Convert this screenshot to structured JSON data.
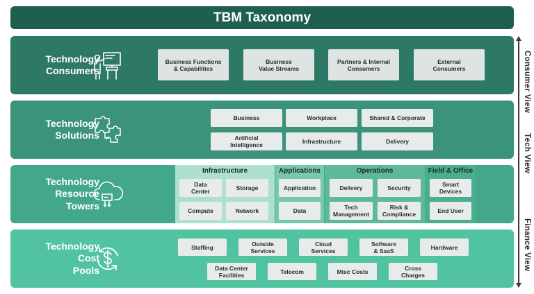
{
  "title": "TBM Taxonomy",
  "layers": {
    "consumers": {
      "label_lines": [
        "Technology",
        "Consumers"
      ],
      "icon": "presentation-icon",
      "items": [
        "Business Functions\n& Capabilities",
        "Business\nValue Streams",
        "Partners & Internal\nConsumers",
        "External\nConsumers"
      ]
    },
    "solutions": {
      "label_lines": [
        "Technology",
        "Solutions"
      ],
      "icon": "puzzle-icon",
      "items": [
        "Business",
        "Workplace",
        "Shared & Corporate",
        "Artificial\nIntelligence",
        "Infrastructure",
        "Delivery"
      ]
    },
    "towers": {
      "label_lines": [
        "Technology",
        "Resource",
        "Towers"
      ],
      "icon": "cloud-server-icon",
      "groups": [
        {
          "header": "Infrastructure",
          "items": [
            "Data\nCenter",
            "Storage",
            "Compute",
            "Network"
          ]
        },
        {
          "header": "Applications",
          "items": [
            "Application",
            "Data"
          ]
        },
        {
          "header": "Operations",
          "items": [
            "Delivery",
            "Security",
            "Tech\nManagement",
            "Risk &\nCompliance"
          ]
        },
        {
          "header": "Field & Office",
          "items": [
            "Smart\nDevices",
            "End User"
          ]
        }
      ]
    },
    "pools": {
      "label_lines": [
        "Technology",
        "Cost",
        "Pools"
      ],
      "icon": "dollar-cycle-icon",
      "items": [
        "Staffing",
        "Outside\nServices",
        "Cloud\nServices",
        "Software\n& SaaS",
        "Hardware",
        "Data Center\nFacilities",
        "Telecom",
        "Misc Costs",
        "Cross\nCharges"
      ]
    }
  },
  "side_views": [
    "Consumer View",
    "Tech View",
    "Finance View"
  ],
  "colors": {
    "title": "#1f5f4f",
    "consumers": "#2e7966",
    "solutions": "#3a937a",
    "towers": "#43a78a",
    "pools": "#52c3a1",
    "infra_group": "#aee0cf",
    "apps_group": "#78c8ad",
    "ops_group": "#5db89c",
    "field_group": "#4aae90"
  }
}
